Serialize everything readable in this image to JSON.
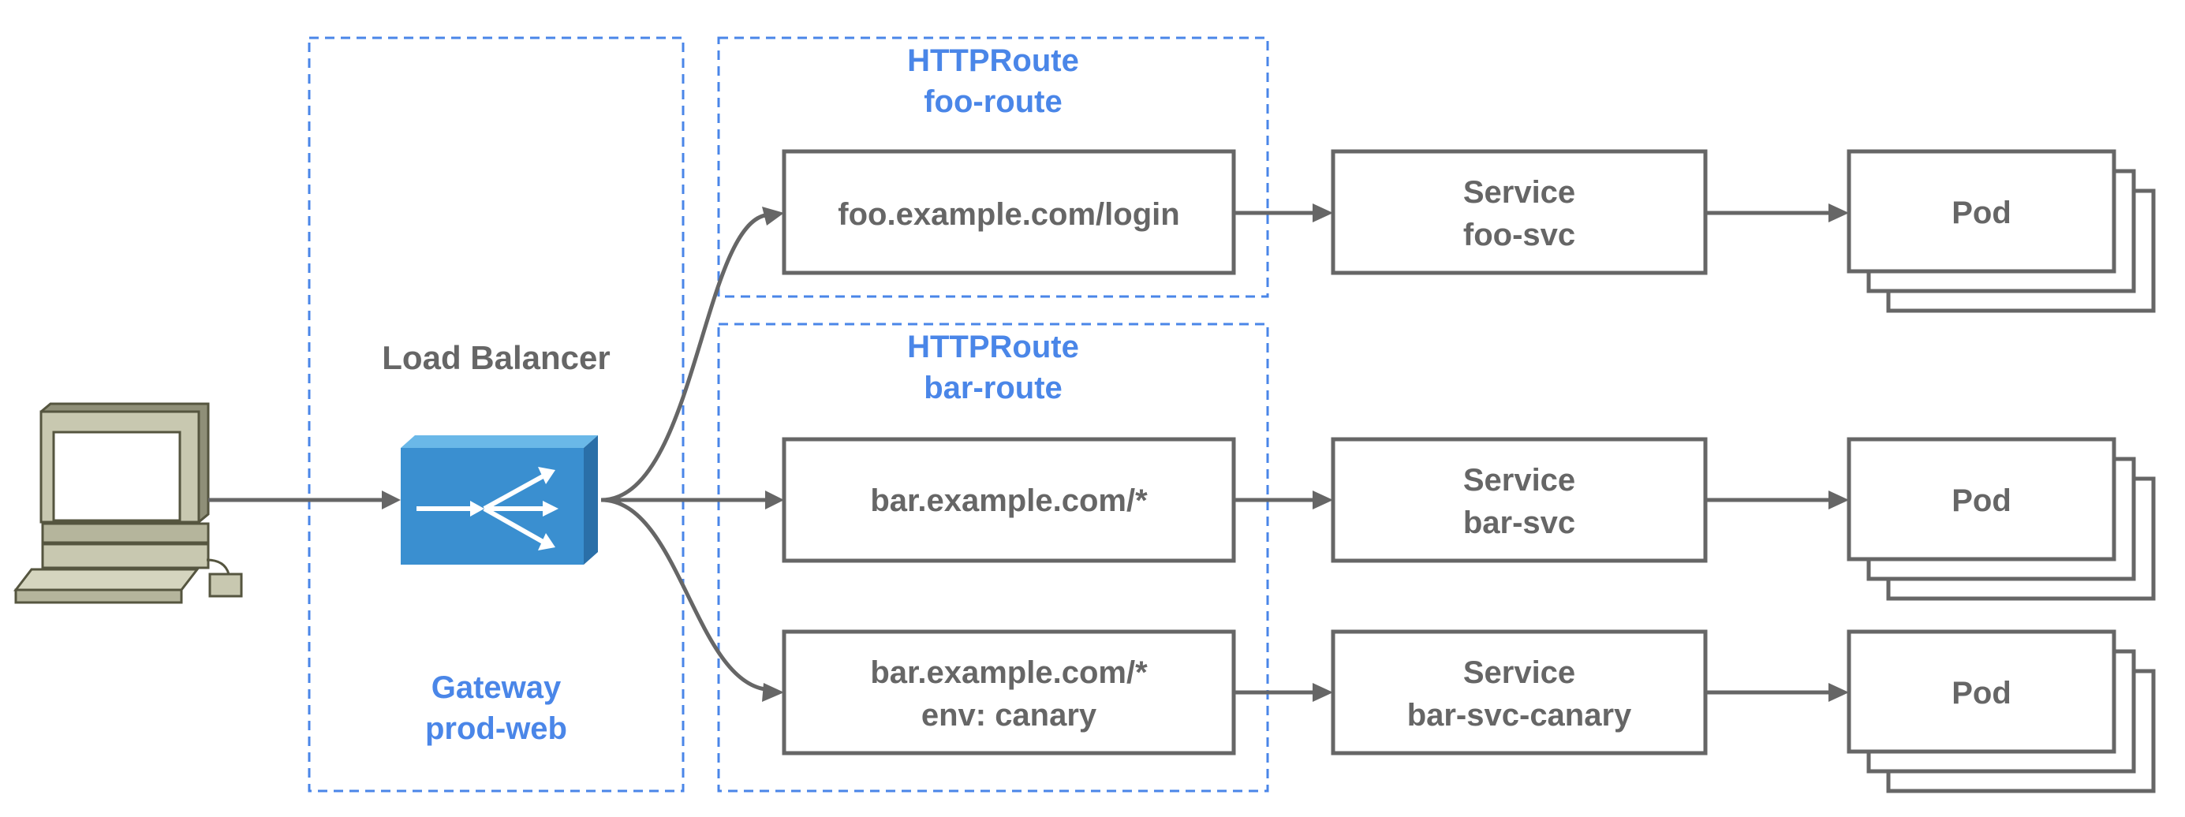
{
  "gateway": {
    "title": "Load Balancer",
    "kind": "Gateway",
    "name": "prod-web"
  },
  "routes": {
    "foo": {
      "kind": "HTTPRoute",
      "name": "foo-route"
    },
    "bar": {
      "kind": "HTTPRoute",
      "name": "bar-route"
    }
  },
  "rules": {
    "foo_login": {
      "line1": "foo.example.com/login"
    },
    "bar_all": {
      "line1": "bar.example.com/*"
    },
    "bar_canary": {
      "line1": "bar.example.com/*",
      "line2": "env: canary"
    }
  },
  "services": {
    "foo": {
      "kind": "Service",
      "name": "foo-svc"
    },
    "bar": {
      "kind": "Service",
      "name": "bar-svc"
    },
    "bar_canary": {
      "kind": "Service",
      "name": "bar-svc-canary"
    }
  },
  "pods": {
    "foo": {
      "label": "Pod"
    },
    "bar": {
      "label": "Pod"
    },
    "bar_canary": {
      "label": "Pod"
    }
  },
  "colors": {
    "stroke": "#666666",
    "accent_blue": "#4a86e8",
    "lb_fill": "#3a8fd0",
    "lb_top": "#6ab8e8",
    "lb_side": "#2a6fa8",
    "computer_body": "#c8c8b0"
  },
  "icons": {
    "client": "computer-icon",
    "load_balancer": "load-balancer-icon"
  }
}
